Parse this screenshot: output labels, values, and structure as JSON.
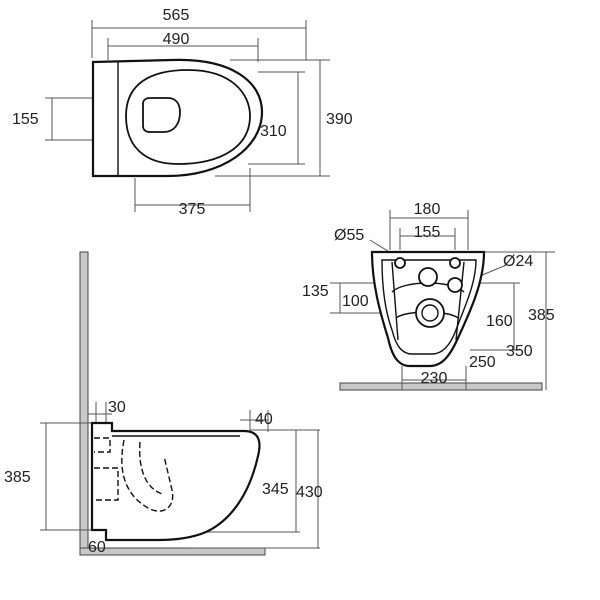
{
  "top_view": {
    "width_overall": "565",
    "width_bowl": "490",
    "depth_overall": "390",
    "depth_bowl": "310",
    "seat_rear": "155",
    "rim_length": "375"
  },
  "rear_view": {
    "dia_outlet": "Ø55",
    "dia_inlet": "Ø24",
    "fixing_outer": "180",
    "fixing_inner": "155",
    "upper_height": "135",
    "lower_height": "100",
    "right_inner": "160",
    "right_outer": "385",
    "base_width": "230",
    "outlet_height": "250",
    "total_height": "350"
  },
  "side_view": {
    "wall_gap": "30",
    "rim_edge": "40",
    "left_height": "385",
    "bowl_height": "345",
    "total_height": "430",
    "floor_offset": "60"
  }
}
